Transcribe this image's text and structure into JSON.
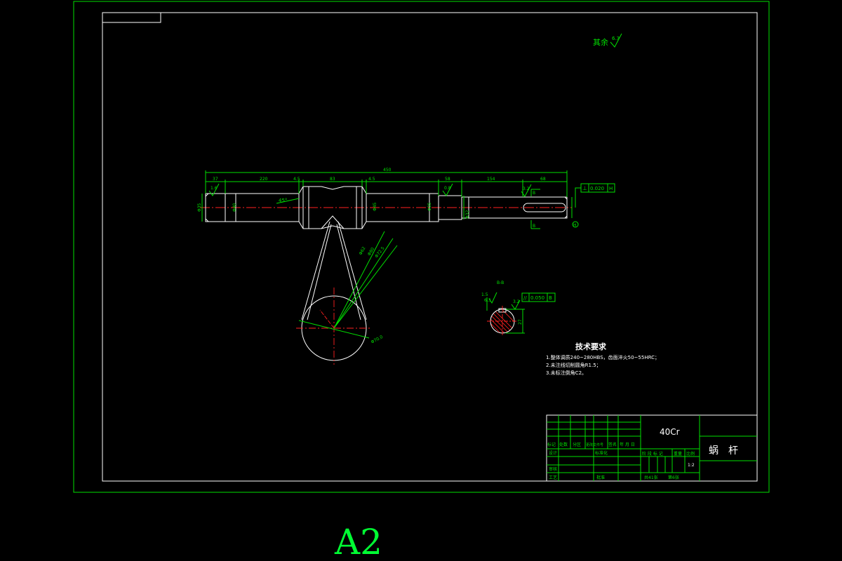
{
  "sheet": {
    "size_label": "A2",
    "roughness_note_label": "其余",
    "roughness_note_value": "6.3"
  },
  "dimensions": {
    "overall_length": "450",
    "segments": [
      "37",
      "220",
      "4.5",
      "83",
      "4.5",
      "58",
      "154",
      "68"
    ],
    "chamfer_left": "1.6",
    "roughness_left": "0.8",
    "roughness_right": "3.2",
    "angle": "45°",
    "dia_left": "Φ35",
    "dia_main": "Φ40",
    "dia_mid": "Φ45",
    "dia_keyseat": "Φ35",
    "dia_end": "Φ32",
    "worm_d1": "Φ62",
    "worm_d2": "Φ80",
    "worm_d3": "Φ72.5",
    "wheel_diameter": "Φ70.0",
    "section_label": "B-B",
    "section_b_left": "B",
    "section_b_right": "B",
    "section_roughness": "3.2",
    "section_dim": "27",
    "section_chamfer": "1.5",
    "section_rough_left": "6.3"
  },
  "tolerance": {
    "main_symbol": "⊥",
    "main_value": "0.020",
    "main_datum": "H",
    "section_symbol": "//",
    "section_value": "0.050",
    "section_datum": "B"
  },
  "technical_requirements": {
    "title": "技术要求",
    "items": [
      "1.整体调质240~280HBS，齿面淬火50~55HRC；",
      "2.未注线切削圆角R1.5；",
      "3.未标注倒角C2。"
    ]
  },
  "title_block": {
    "material": "40Cr",
    "part_name": "蜗　杆",
    "row_labels": [
      "标记",
      "处数",
      "分区",
      "更改文件号",
      "签名",
      "年 月 日"
    ],
    "design": "设计",
    "standardization": "标准化",
    "review": "审核",
    "process": "工艺",
    "approve": "批准",
    "stage_labels": [
      "阶 段 标 记",
      "重量",
      "比例"
    ],
    "scale": "1:2",
    "sheets_total": "共41张",
    "sheet_no": "第6张"
  }
}
